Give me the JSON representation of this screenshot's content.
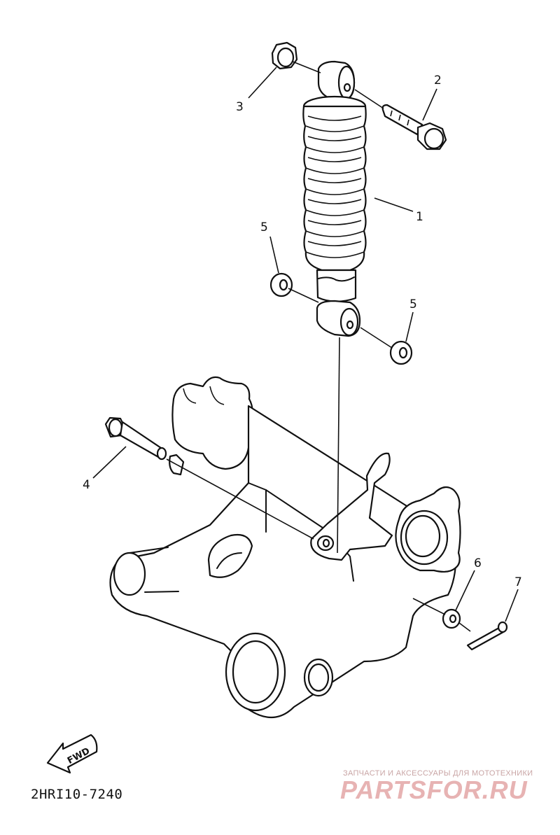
{
  "diagram": {
    "callouts": {
      "c1": "1",
      "c2": "2",
      "c3": "3",
      "c4": "4",
      "c5a": "5",
      "c5b": "5",
      "c6": "6",
      "c7": "7"
    },
    "fwd_label": "FWD",
    "part_code": "2HRI10-7240"
  },
  "watermark": {
    "tagline": "ЗАПЧАСТИ И АКСЕССУАРЫ ДЛЯ МОТОТЕХНИКИ",
    "logo_text": "PARTSFOR.RU",
    "color": "#e7b3b3"
  }
}
